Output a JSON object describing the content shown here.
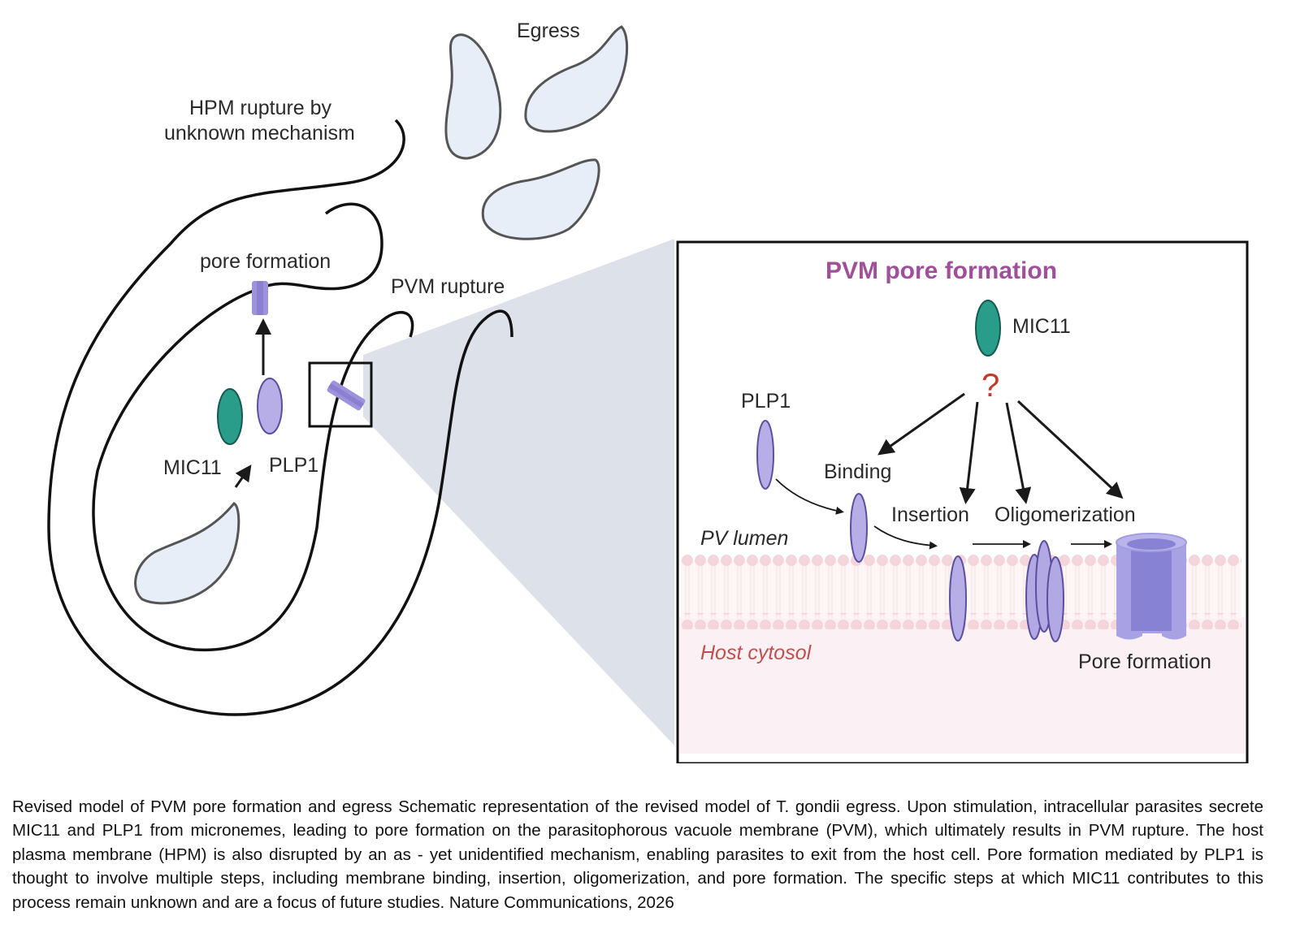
{
  "figure": {
    "labels": {
      "egress": "Egress",
      "hpm_rupture_line1": "HPM rupture by",
      "hpm_rupture_line2": "unknown mechanism",
      "pore_formation": "pore formation",
      "pvm_rupture": "PVM rupture",
      "mic11": "MIC11",
      "plp1": "PLP1"
    },
    "inset": {
      "title": "PVM pore formation",
      "mic11": "MIC11",
      "question_mark": "?",
      "plp1": "PLP1",
      "steps": [
        "Binding",
        "Insertion",
        "Oligomerization",
        "Pore formation"
      ],
      "pv_lumen": "PV lumen",
      "host_cytosol": "Host cytosol"
    },
    "colors": {
      "mic11": "#2a9d8a",
      "plp1": "#b7aee8",
      "parasite_fill": "#e8eef8",
      "zoom_wedge": "#dde1ea",
      "title": "#a0509a",
      "question": "#c0392b",
      "host_cytosol_text": "#c0504d",
      "membrane_head": "#f4d6da",
      "cytosol_bg": "#fbf0f3"
    }
  },
  "caption": "Revised model of PVM pore formation and egress Schematic representation of the revised model of T. gondii egress. Upon stimulation, intracellular parasites secrete MIC11 and PLP1 from micronemes, leading to pore formation on the parasitophorous vacuole membrane (PVM), which ultimately results in PVM rupture. The host plasma membrane (HPM) is also disrupted by an as - yet unidentified mechanism, enabling parasites to exit from the host cell. Pore formation mediated by PLP1 is thought to involve multiple steps, including membrane binding, insertion, oligomerization, and pore formation. The specific steps at which MIC11 contributes to this process remain unknown and are a focus of future studies. Nature Communications, 2026"
}
